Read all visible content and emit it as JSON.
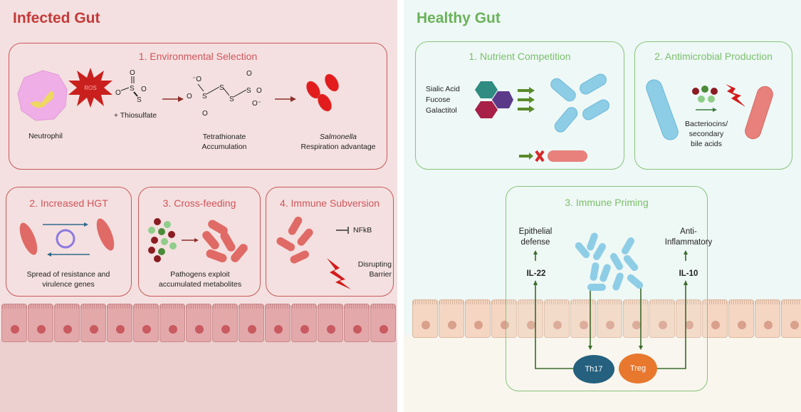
{
  "infected": {
    "title": "Infected Gut",
    "color": "#c43a3a",
    "env_selection": {
      "title": "1. Environmental Selection",
      "neutrophil": "Neutrophil",
      "ros": "ROS",
      "thiosulfate": "+ Thiosulfate",
      "tetrathionate": [
        "Tetrathionate",
        "Accumulation"
      ],
      "salmonella": "Salmonella",
      "respiration": "Respiration advantage"
    },
    "hgt": {
      "title": "2. Increased  HGT",
      "caption": [
        "Spread of resistance and",
        "virulence genes"
      ]
    },
    "cross_feeding": {
      "title": "3. Cross-feeding",
      "caption": [
        "Pathogens exploit",
        "accumulated metabolites"
      ]
    },
    "immune_subversion": {
      "title": "4. Immune Subversion",
      "nfkb": "NFkB",
      "barrier": [
        "Disrupting",
        "Barrier"
      ]
    }
  },
  "healthy": {
    "title": "Healthy Gut",
    "color": "#6bb25a",
    "nutrient": {
      "title": "1. Nutrient Competition",
      "nutrients": [
        "Sialic Acid",
        "Fucose",
        "Galactitol"
      ]
    },
    "antimicrobial": {
      "title": "2. Antimicrobial Production",
      "caption": [
        "Bacteriocins/",
        "secondary",
        "bile acids"
      ]
    },
    "immune_priming": {
      "title": "3. Immune Priming",
      "epithelial": [
        "Epithelial",
        "defense"
      ],
      "il22": "IL-22",
      "anti": [
        "Anti-",
        "Inflammatory"
      ],
      "il10": "IL-10",
      "th17": "Th17",
      "treg": "Treg",
      "th17_color": "#25607e",
      "treg_color": "#e8782e"
    }
  }
}
